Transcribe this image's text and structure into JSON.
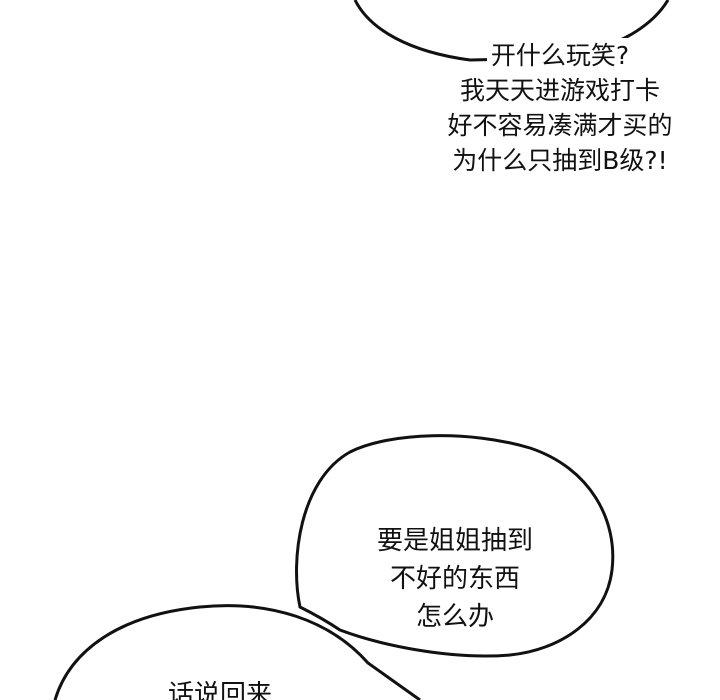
{
  "bubbles": [
    {
      "lines": [
        "开什么玩笑?",
        "我天天进游戏打卡",
        "好不容易凑满才买的",
        "为什么只抽到B级?!"
      ]
    },
    {
      "lines": [
        "要是姐姐抽到",
        "不好的东西",
        "怎么办"
      ]
    },
    {
      "lines": [
        "话说回来"
      ]
    }
  ]
}
